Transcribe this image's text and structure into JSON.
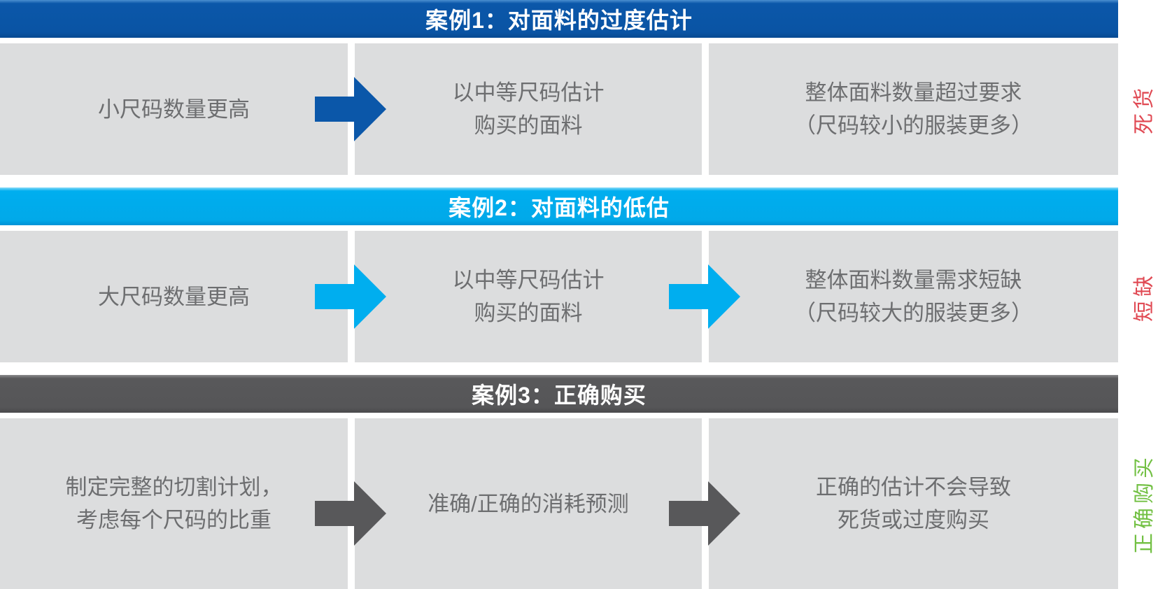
{
  "colors": {
    "blue": "#0b57a9",
    "cyan": "#00aeef",
    "dark_gray": "#58585a",
    "box_gray": "#dcddde",
    "box_text": "#6d6e70",
    "red": "#e04953",
    "green": "#72c043"
  },
  "cases": [
    {
      "header": "案例1：对面料的过度估计",
      "boxes": [
        {
          "line1": "小尺码数量更高"
        },
        {
          "line1": "以中等尺码估计",
          "line2": "购买的面料"
        },
        {
          "line1": "整体面料数量超过要求",
          "line2": "（尺码较小的服装更多）"
        }
      ],
      "side_label": "死货"
    },
    {
      "header": "案例2：对面料的低估",
      "boxes": [
        {
          "line1": "大尺码数量更高"
        },
        {
          "line1": "以中等尺码估计",
          "line2": "购买的面料"
        },
        {
          "line1": "整体面料数量需求短缺",
          "line2": "（尺码较大的服装更多）"
        }
      ],
      "side_label": "短缺"
    },
    {
      "header": "案例3：正确购买",
      "boxes": [
        {
          "line1": "制定完整的切割计划，",
          "line2": "考虑每个尺码的比重"
        },
        {
          "line1": "准确/正确的消耗预测"
        },
        {
          "line1": "正确的估计不会导致",
          "line2": "死货或过度购买"
        }
      ],
      "side_label": "正确购买"
    }
  ]
}
